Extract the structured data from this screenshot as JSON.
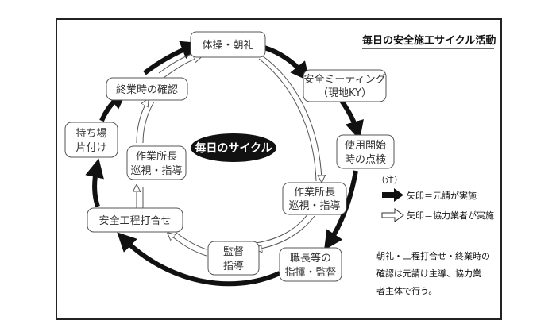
{
  "title": "毎日の安全施工サイクル活動",
  "center_label": "毎日のサイクル",
  "nodes": {
    "taiso": [
      "体操・朝礼"
    ],
    "meeting": [
      "安全ミーティング",
      "（現地KY）"
    ],
    "shiyo": [
      "使用開始",
      "時の点検"
    ],
    "junshi_right": [
      "作業所長",
      "巡視・指導"
    ],
    "shokucho": [
      "職長等の",
      "指揮・監督"
    ],
    "kantoku": [
      "監督",
      "指導"
    ],
    "uchiawase": [
      "安全工程打合せ"
    ],
    "katazuke": [
      "持ち場",
      "片付け"
    ],
    "junshi_left": [
      "作業所長",
      "巡視・指導"
    ],
    "kakunin": [
      "終業時の確認"
    ]
  },
  "legend": {
    "note_mark": "（注）",
    "black_arrow": "矢印＝元請が実施",
    "white_arrow": "矢印＝協力業者が実施"
  },
  "note_lines": [
    "朝礼・工程打合せ・終業時の",
    "確認は元請け主導、協力業",
    "者主体で行う。"
  ]
}
